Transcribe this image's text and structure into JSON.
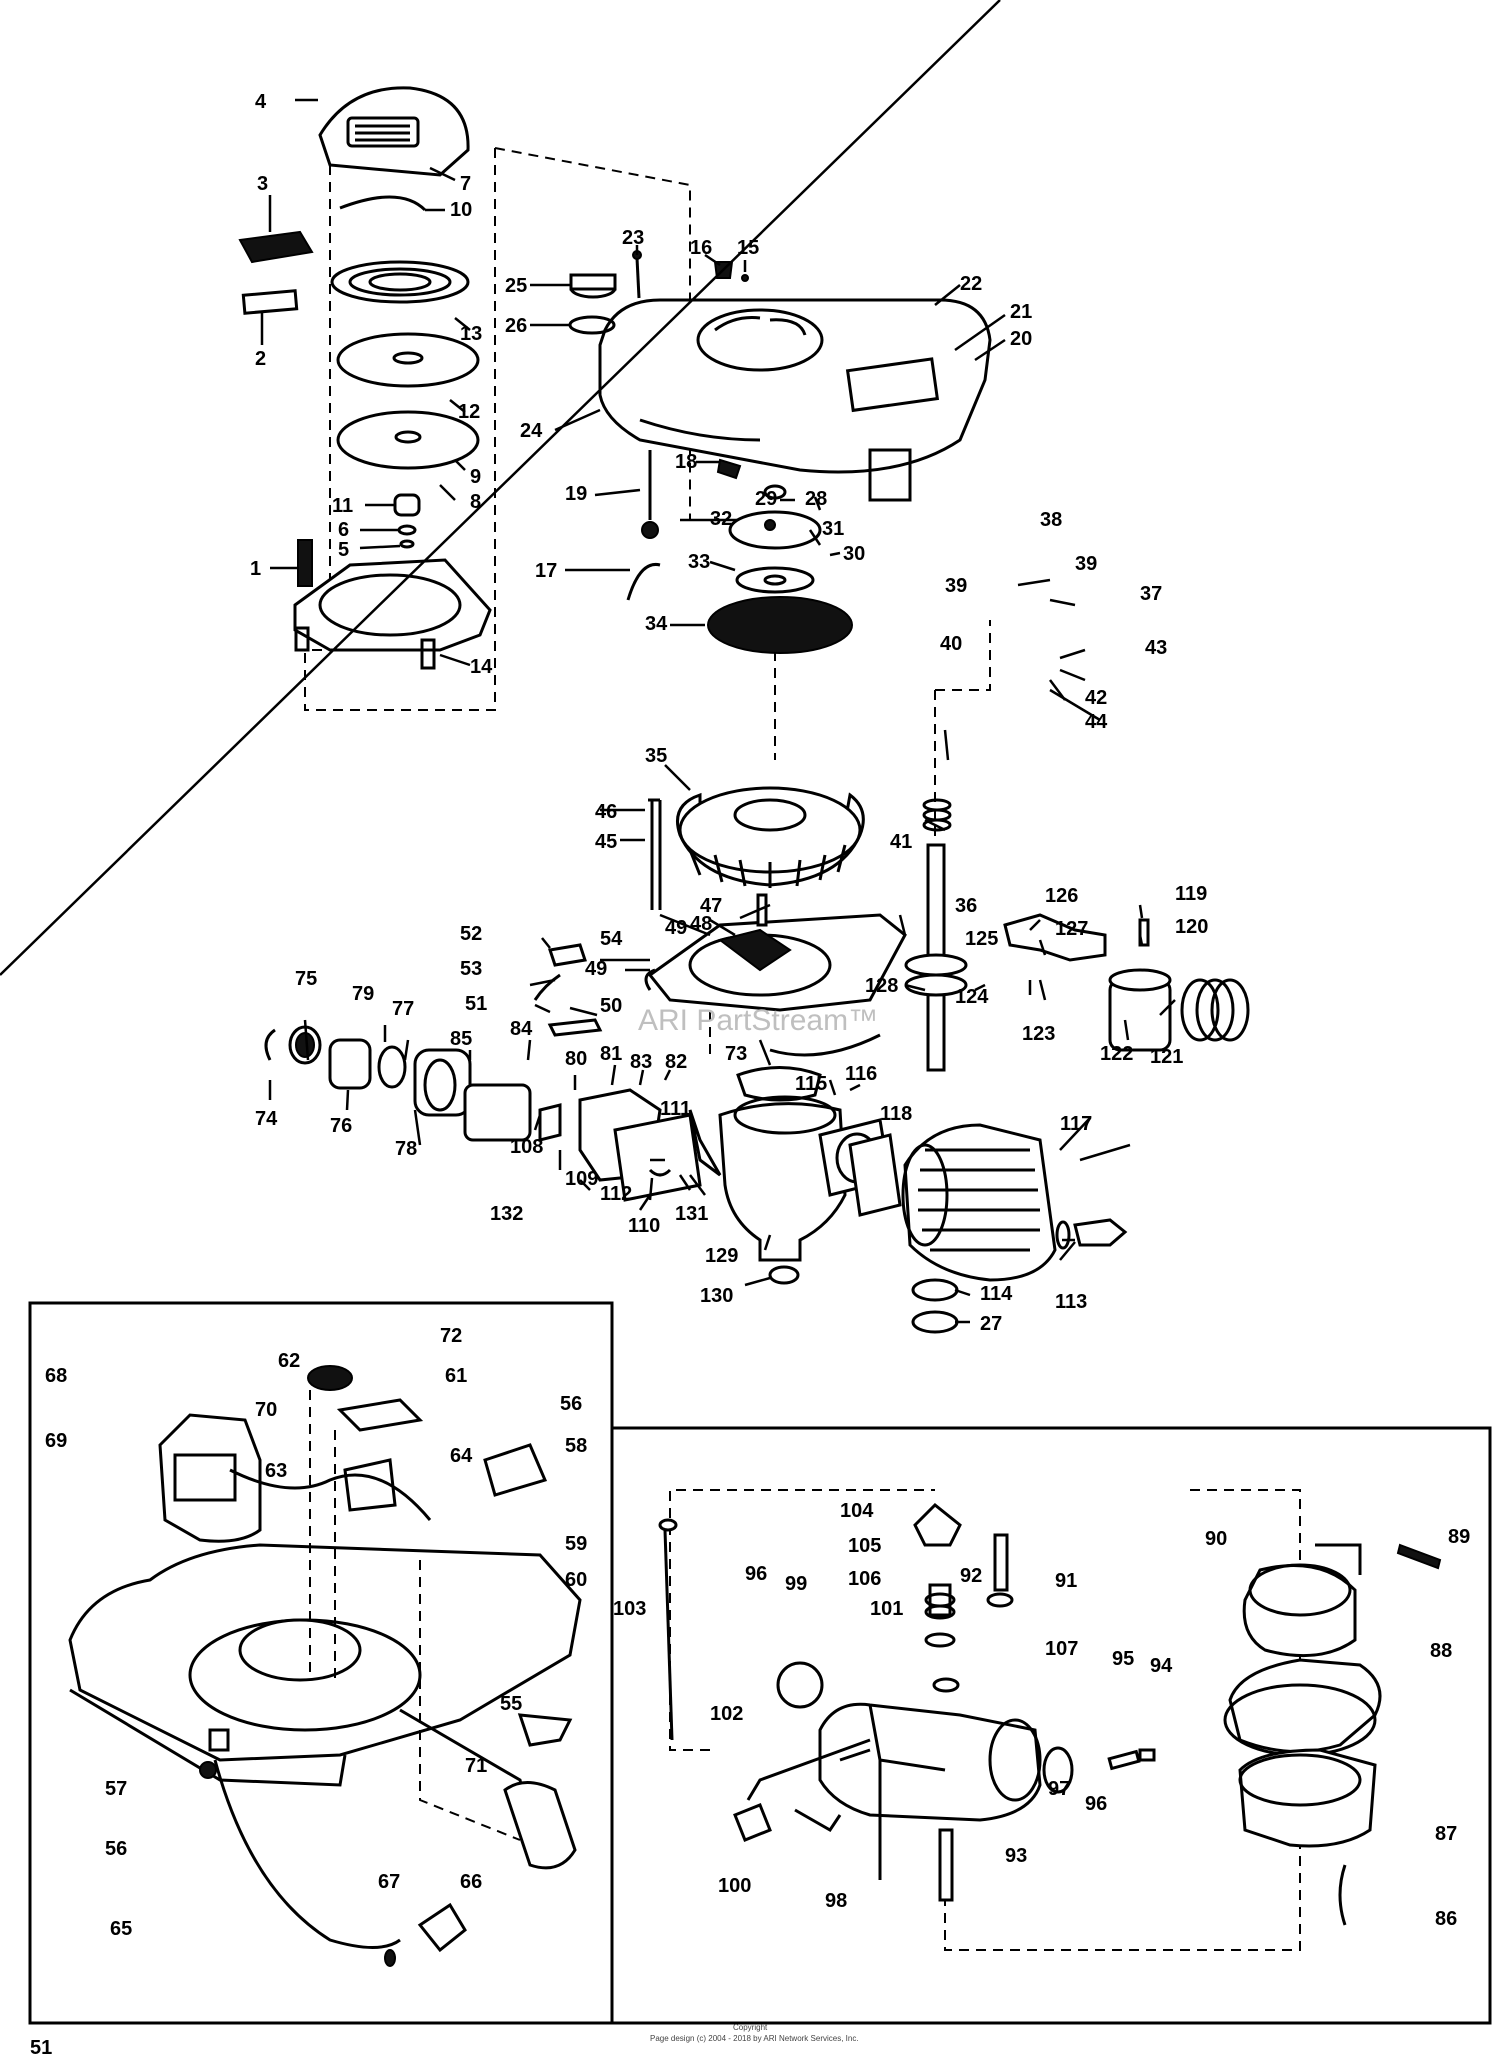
{
  "watermark": "ARI PartStream™",
  "copyright": {
    "line1": "Copyright",
    "line2": "Page design (c) 2004 - 2018 by ARI Network Services, Inc."
  },
  "page_number": "51",
  "labels": {
    "n1": "1",
    "n2": "2",
    "n3": "3",
    "n4": "4",
    "n5": "5",
    "n6": "6",
    "n7": "7",
    "n8": "8",
    "n9": "9",
    "n10": "10",
    "n11": "11",
    "n12": "12",
    "n13": "13",
    "n14": "14",
    "n15": "15",
    "n16": "16",
    "n17": "17",
    "n18": "18",
    "n19": "19",
    "n20": "20",
    "n21": "21",
    "n22": "22",
    "n23": "23",
    "n24": "24",
    "n25": "25",
    "n26": "26",
    "n27": "27",
    "n28": "28",
    "n29": "29",
    "n30": "30",
    "n31": "31",
    "n32": "32",
    "n33": "33",
    "n34": "34",
    "n35": "35",
    "n36": "36",
    "n37": "37",
    "n38": "38",
    "n39a": "39",
    "n39b": "39",
    "n40": "40",
    "n41": "41",
    "n42": "42",
    "n43": "43",
    "n44": "44",
    "n45": "45",
    "n46": "46",
    "n47": "47",
    "n48": "48",
    "n49a": "49",
    "n49b": "49",
    "n50": "50",
    "n51": "51",
    "n52": "52",
    "n53": "53",
    "n54": "54",
    "n55": "55",
    "n56a": "56",
    "n56b": "56",
    "n57": "57",
    "n58": "58",
    "n59": "59",
    "n60": "60",
    "n61": "61",
    "n62": "62",
    "n63": "63",
    "n64": "64",
    "n65": "65",
    "n66": "66",
    "n67": "67",
    "n68": "68",
    "n69": "69",
    "n70": "70",
    "n71": "71",
    "n72": "72",
    "n73": "73",
    "n74": "74",
    "n75": "75",
    "n76": "76",
    "n77": "77",
    "n78": "78",
    "n79": "79",
    "n80": "80",
    "n81": "81",
    "n82": "82",
    "n83": "83",
    "n84": "84",
    "n85": "85",
    "n86": "86",
    "n87": "87",
    "n88": "88",
    "n89": "89",
    "n90": "90",
    "n91": "91",
    "n92": "92",
    "n93": "93",
    "n94": "94",
    "n95": "95",
    "n96a": "96",
    "n96b": "96",
    "n97": "97",
    "n98": "98",
    "n99": "99",
    "n100": "100",
    "n101": "101",
    "n102": "102",
    "n103": "103",
    "n104": "104",
    "n105": "105",
    "n106": "106",
    "n107": "107",
    "n108": "108",
    "n109": "109",
    "n110": "110",
    "n111": "111",
    "n112": "112",
    "n113": "113",
    "n114": "114",
    "n115": "115",
    "n116": "116",
    "n117": "117",
    "n118": "118",
    "n119": "119",
    "n120": "120",
    "n121": "121",
    "n122": "122",
    "n123": "123",
    "n124": "124",
    "n125": "125",
    "n126": "126",
    "n127": "127",
    "n128": "128",
    "n129": "129",
    "n130": "130",
    "n131": "131",
    "n132": "132"
  }
}
